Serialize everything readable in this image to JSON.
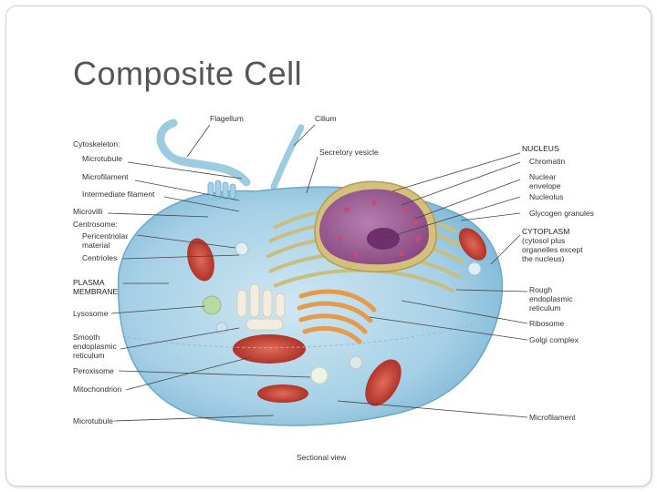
{
  "slide": {
    "title": "Composite Cell"
  },
  "diagram": {
    "labels": {
      "flagellum": "Flagellum",
      "cilium": "Cilium",
      "cytoskeleton": "Cytoskeleton:",
      "microtubule_top": "Microtubule",
      "microfilament_top": "Microfilament",
      "intermediate_filament": "Intermediate filament",
      "microvilli": "Microvilli",
      "centrosome": "Centrosome:",
      "pericentriolar_1": "Pericentriolar",
      "pericentriolar_2": "material",
      "centrioles": "Centrioles",
      "plasma_membrane_1": "PLASMA",
      "plasma_membrane_2": "MEMBRANE",
      "lysosome": "Lysosome",
      "smooth_er_1": "Smooth",
      "smooth_er_2": "endoplasmic",
      "smooth_er_3": "reticulum",
      "peroxisome": "Peroxisome",
      "mitochondrion": "Mitochondrion",
      "microtubule_bottom": "Microtubule",
      "secretory_vesicle": "Secretory vesicle",
      "nucleus": "NUCLEUS",
      "chromatin": "Chromatin",
      "nuclear_envelope_1": "Nuclear",
      "nuclear_envelope_2": "envelope",
      "nucleolus": "Nucleolus",
      "glycogen_granules": "Glycogen granules",
      "cytoplasm_1": "CYTOPLASM",
      "cytoplasm_2": "(cytosol plus",
      "cytoplasm_3": "organelles except",
      "cytoplasm_4": "the nucleus)",
      "rough_er_1": "Rough",
      "rough_er_2": "endoplasmic",
      "rough_er_3": "reticulum",
      "ribosome": "Ribosome",
      "golgi_complex": "Golgi complex",
      "microfilament_bottom": "Microfilament",
      "sectional_view": "Sectional view"
    }
  },
  "colors": {
    "cytoplasm": "#a9d3e8",
    "membrane": "#7fb8d6",
    "nucleus": "#9c5a8f",
    "nucleolus": "#7a3a78",
    "golgi": "#f0a860",
    "mitochondrion": "#c0392b",
    "er": "#d8cf9a"
  }
}
